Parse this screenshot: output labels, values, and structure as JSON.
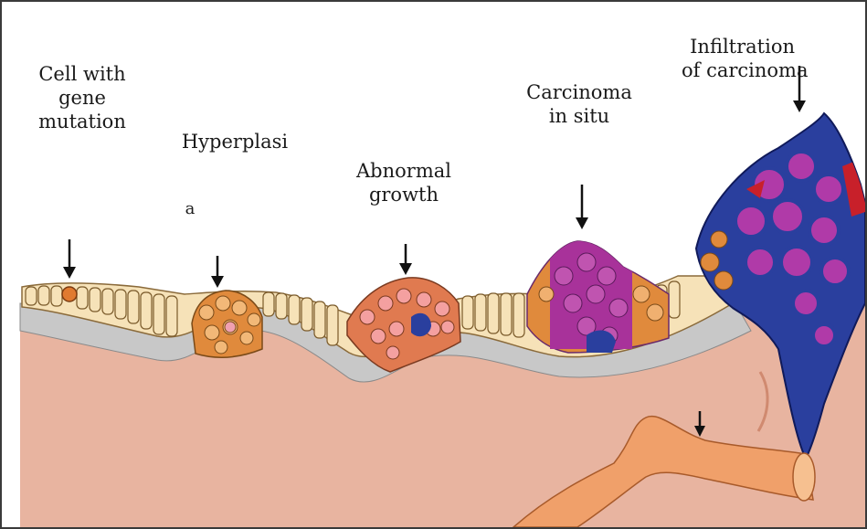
{
  "labels": {
    "cell_with_gene_mutation": [
      "Cell with",
      "gene",
      "mutation"
    ],
    "hyperplasia": [
      "Hyperplasi"
    ],
    "hyperplasia_tail": "a",
    "abnormal_growth": [
      "Abnormal",
      "growth"
    ],
    "carcinoma_in_situ": [
      "Carcinoma",
      "in situ"
    ],
    "infiltration_of_carcinoma": [
      "Infiltration",
      "of carcinoma"
    ]
  },
  "colors": {
    "connective_tissue": "#e8b4a0",
    "basement_membrane": "#c8c8c8",
    "normal_cell": "#f6e2b8",
    "normal_cell_outline": "#8a6a3a",
    "hyperplastic_cell": "#e08a3c",
    "abnormal_cell": "#e07a50",
    "carcinoma_cell": "#a8329a",
    "invasive_cell": "#2a3f9e",
    "blood_vessel": "#f0a06a",
    "arrow": "#111111"
  }
}
